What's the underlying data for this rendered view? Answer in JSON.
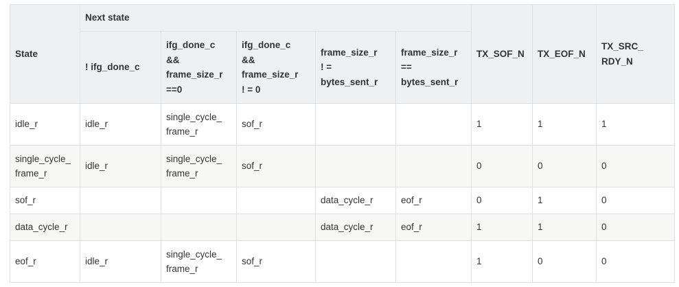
{
  "table": {
    "header": {
      "state": "State",
      "next_state": "Next state",
      "conditions": [
        [
          "! ifg_done_c"
        ],
        [
          "ifg_done_c",
          "&&",
          "frame_size_r",
          "==0"
        ],
        [
          "ifg_done_c",
          "&&",
          "frame_size_r",
          "! = 0"
        ],
        [
          "frame_size_r",
          "! =",
          "bytes_sent_r"
        ],
        [
          "frame_size_r",
          "==",
          "bytes_sent_r"
        ]
      ],
      "outputs": [
        [
          "TX_SOF_N"
        ],
        [
          "TX_EOF_N"
        ],
        [
          "TX_SRC_",
          "RDY_N"
        ]
      ]
    },
    "rows": [
      {
        "state": [
          "idle_r"
        ],
        "next": [
          [
            "idle_r"
          ],
          [
            "single_cycle_",
            "frame_r"
          ],
          [
            "sof_r"
          ],
          [
            ""
          ],
          [
            ""
          ]
        ],
        "outputs": [
          "1",
          "1",
          "1"
        ]
      },
      {
        "state": [
          "single_cycle_",
          "frame_r"
        ],
        "next": [
          [
            "idle_r"
          ],
          [
            "single_cycle_",
            "frame_r"
          ],
          [
            "sof_r"
          ],
          [
            ""
          ],
          [
            ""
          ]
        ],
        "outputs": [
          "0",
          "0",
          "0"
        ]
      },
      {
        "state": [
          "sof_r"
        ],
        "next": [
          [
            ""
          ],
          [
            ""
          ],
          [
            ""
          ],
          [
            "data_cycle_r"
          ],
          [
            "eof_r"
          ]
        ],
        "outputs": [
          "0",
          "1",
          "0"
        ]
      },
      {
        "state": [
          "data_cycle_r"
        ],
        "next": [
          [
            ""
          ],
          [
            ""
          ],
          [
            ""
          ],
          [
            "data_cycle_r"
          ],
          [
            "eof_r"
          ]
        ],
        "outputs": [
          "1",
          "1",
          "0"
        ]
      },
      {
        "state": [
          "eof_r"
        ],
        "next": [
          [
            "idle_r"
          ],
          [
            "single_cycle_",
            "frame_r"
          ],
          [
            "sof_r"
          ],
          [
            ""
          ],
          [
            ""
          ]
        ],
        "outputs": [
          "1",
          "0",
          "0"
        ]
      }
    ]
  }
}
